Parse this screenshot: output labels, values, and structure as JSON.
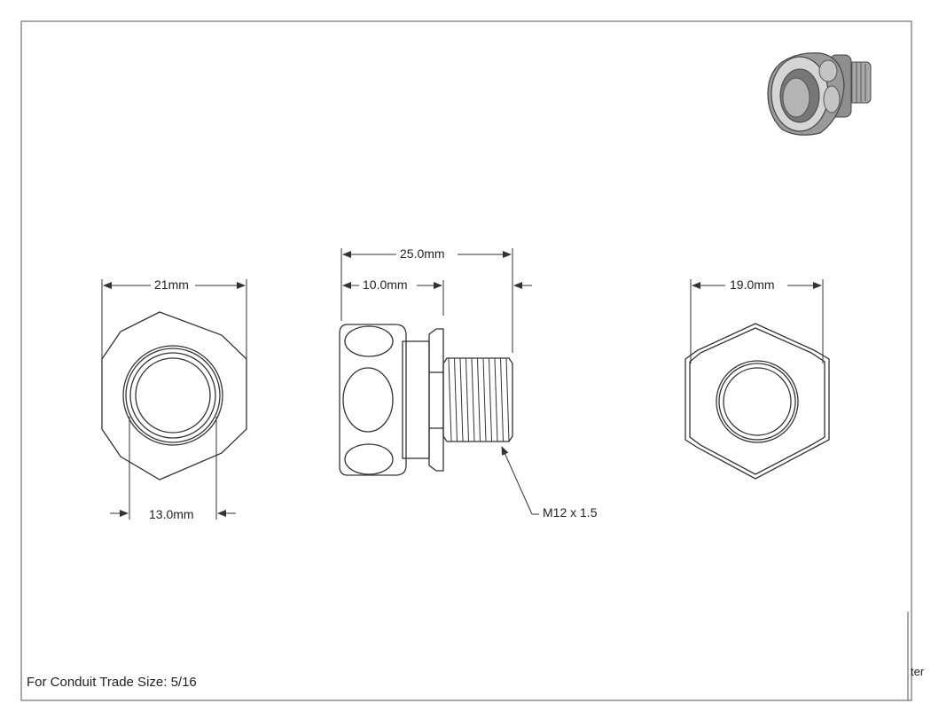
{
  "dimensions": {
    "front_width": "21mm",
    "front_bore": "13.0mm",
    "side_overall_length": "25.0mm",
    "side_head_length": "10.0mm",
    "thread_callout": "M12 x 1.5",
    "rear_width": "19.0mm"
  },
  "footer": {
    "note": "For Conduit Trade Size: 5/16",
    "edge_fragment": "ter"
  },
  "colors": {
    "line": "#333333",
    "thin_line": "#555555",
    "fill": "#ffffff",
    "iso_light": "#d9d9d9",
    "iso_mid": "#a8a8a8",
    "iso_dark": "#6e6e6e"
  }
}
